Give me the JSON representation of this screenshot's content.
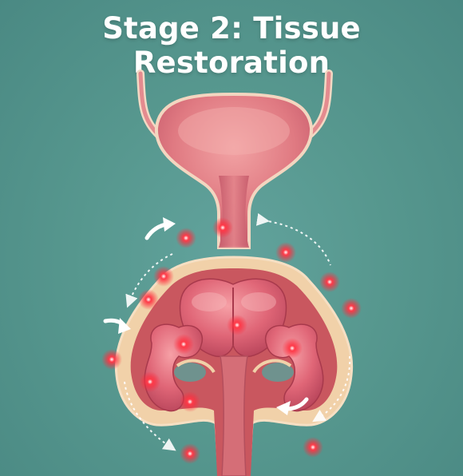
{
  "title": "Stage 2: Tissue Restoration",
  "colors": {
    "background": "#57988f",
    "tissue": "#e07a82",
    "tissue_dark": "#b94d5c",
    "capsule": "#f2d3ad",
    "highlight_dot": "#ff2b3c",
    "arrow": "#ffffff"
  },
  "icons": [
    "circulation-arrow",
    "regeneration-dot"
  ]
}
